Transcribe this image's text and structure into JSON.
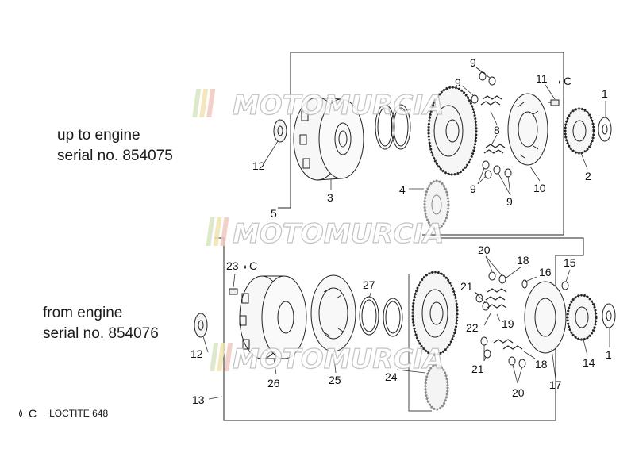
{
  "captions": {
    "top": [
      "up to engine",
      "serial no. 854075"
    ],
    "bottom": [
      "from engine",
      "serial no. 854076"
    ]
  },
  "legend": {
    "symbol": "C",
    "text": "LOCTITE 648"
  },
  "watermark": "MOTOMURCIA",
  "top_labels": [
    {
      "id": "t9a",
      "text": "9"
    },
    {
      "id": "t9b",
      "text": "9"
    },
    {
      "id": "t11",
      "text": "11"
    },
    {
      "id": "t11c",
      "text": "C"
    },
    {
      "id": "t1",
      "text": "1"
    },
    {
      "id": "t8",
      "text": "8"
    },
    {
      "id": "t12",
      "text": "12"
    },
    {
      "id": "t3",
      "text": "3"
    },
    {
      "id": "t4",
      "text": "4"
    },
    {
      "id": "t5",
      "text": "5"
    },
    {
      "id": "t9c",
      "text": "9"
    },
    {
      "id": "t9d",
      "text": "9"
    },
    {
      "id": "t10",
      "text": "10"
    },
    {
      "id": "t2",
      "text": "2"
    }
  ],
  "bottom_labels": [
    {
      "id": "b20a",
      "text": "20"
    },
    {
      "id": "b18a",
      "text": "18"
    },
    {
      "id": "b23",
      "text": "23"
    },
    {
      "id": "b23c",
      "text": "C"
    },
    {
      "id": "b15",
      "text": "15"
    },
    {
      "id": "b16",
      "text": "16"
    },
    {
      "id": "b27",
      "text": "27"
    },
    {
      "id": "b21a",
      "text": "21"
    },
    {
      "id": "b22",
      "text": "22"
    },
    {
      "id": "b19",
      "text": "19"
    },
    {
      "id": "b12",
      "text": "12"
    },
    {
      "id": "b1",
      "text": "1"
    },
    {
      "id": "b14",
      "text": "14"
    },
    {
      "id": "b21b",
      "text": "21"
    },
    {
      "id": "b18b",
      "text": "18"
    },
    {
      "id": "b26",
      "text": "26"
    },
    {
      "id": "b25",
      "text": "25"
    },
    {
      "id": "b24",
      "text": "24"
    },
    {
      "id": "b17",
      "text": "17"
    },
    {
      "id": "b20b",
      "text": "20"
    },
    {
      "id": "b13",
      "text": "13"
    }
  ]
}
